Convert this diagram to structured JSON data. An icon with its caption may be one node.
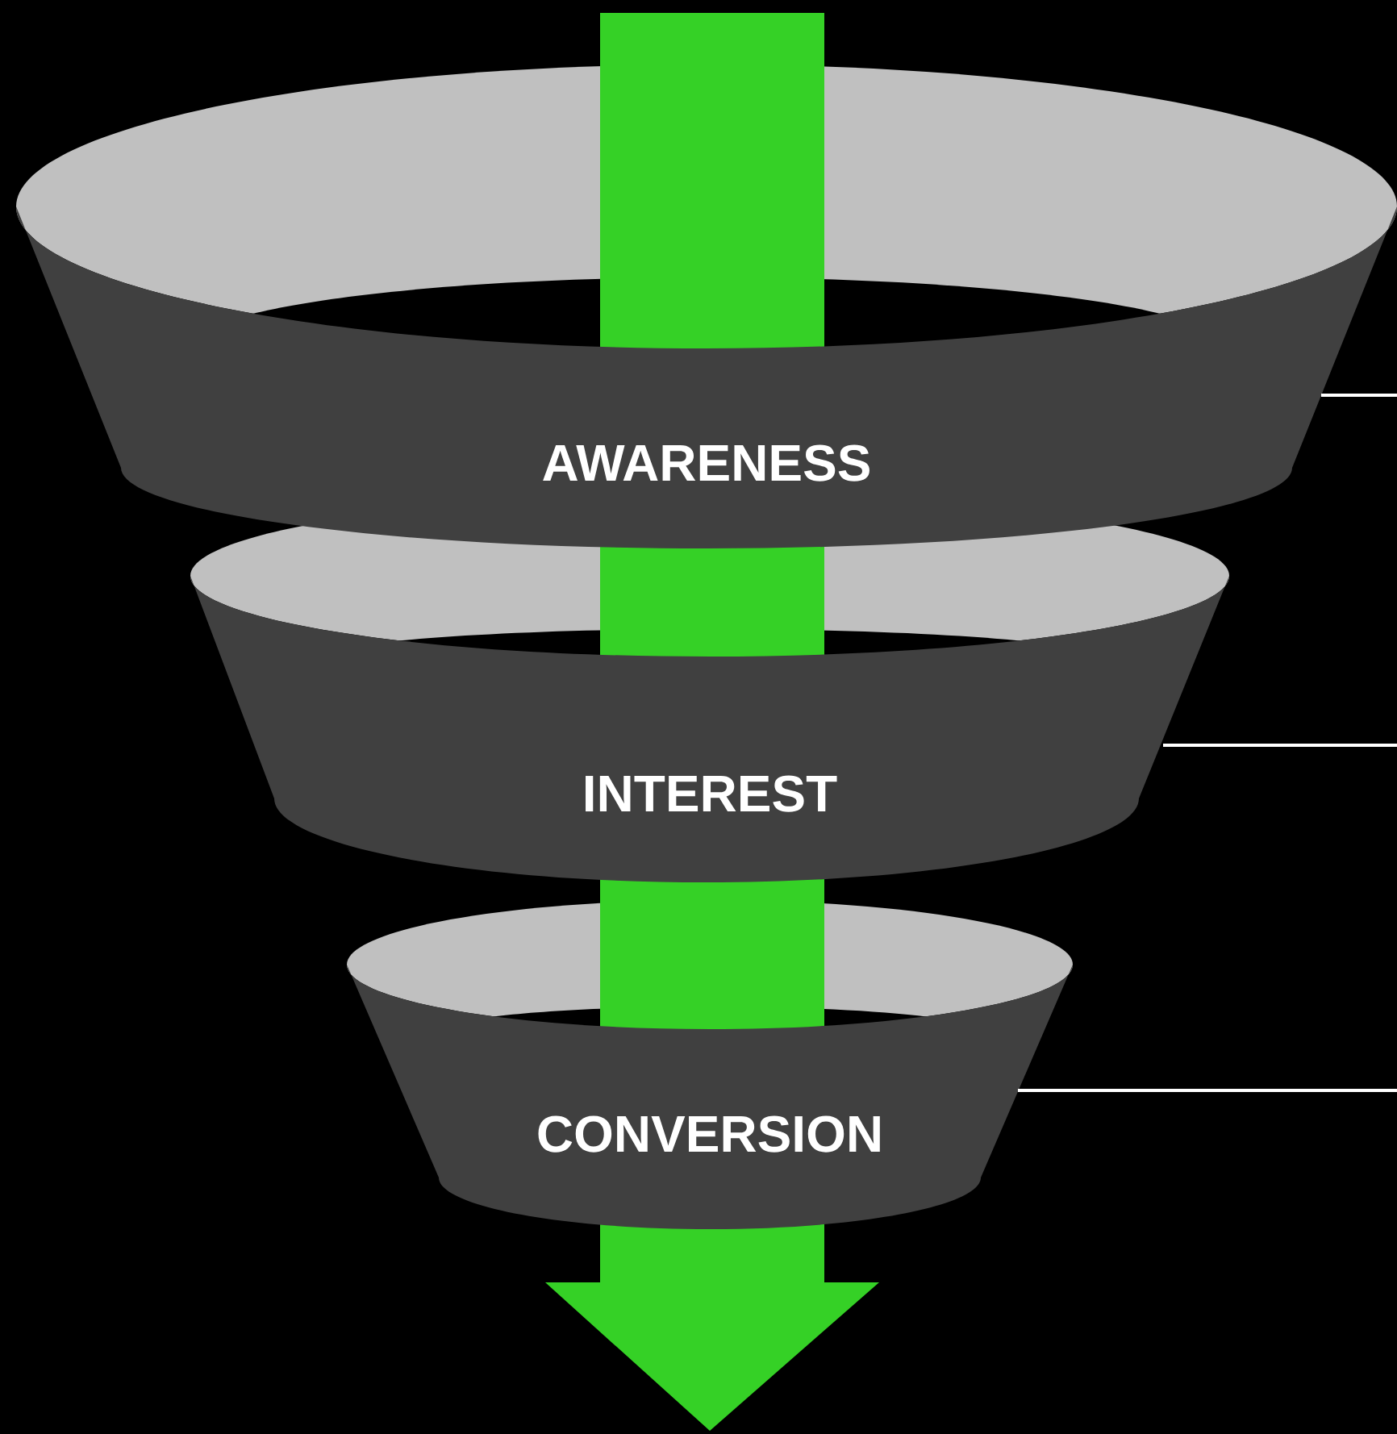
{
  "diagram": {
    "nodes": [
      {
        "text": [
          "AWARENESS"
        ]
      },
      {
        "text": [
          "INTEREST"
        ]
      },
      {
        "text": [
          "CONVERSION"
        ]
      }
    ],
    "edges": [
      {
        "from": 0,
        "to": null,
        "arrow": "none"
      },
      {
        "from": 1,
        "to": null,
        "arrow": "none"
      },
      {
        "from": 2,
        "to": null,
        "arrow": "none"
      }
    ]
  }
}
